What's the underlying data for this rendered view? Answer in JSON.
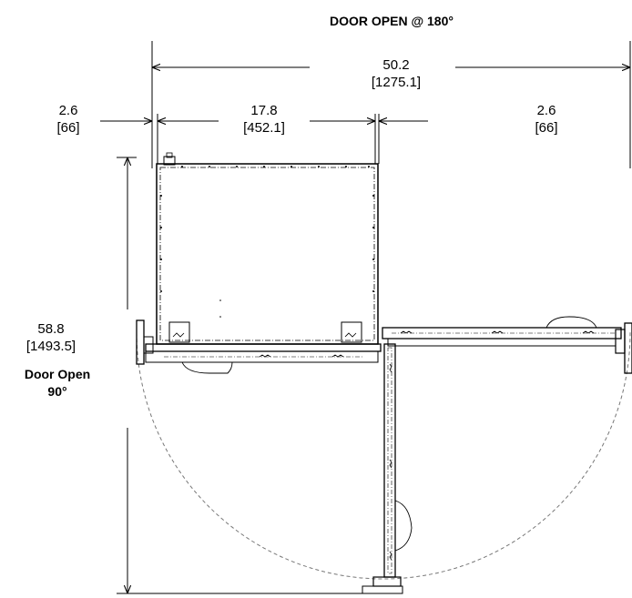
{
  "title": "DOOR OPEN @ 180°",
  "dimensions": {
    "overall_width": {
      "in": "50.2",
      "mm": "[1275.1]"
    },
    "left_clearance": {
      "in": "2.6",
      "mm": "[66]"
    },
    "cabinet_width": {
      "in": "17.8",
      "mm": "[452.1]"
    },
    "right_clearance": {
      "in": "2.6",
      "mm": "[66]"
    },
    "overall_depth": {
      "in": "58.8",
      "mm": "[1493.5]"
    }
  },
  "door_open_90": {
    "line1": "Door Open",
    "line2": "90°"
  }
}
